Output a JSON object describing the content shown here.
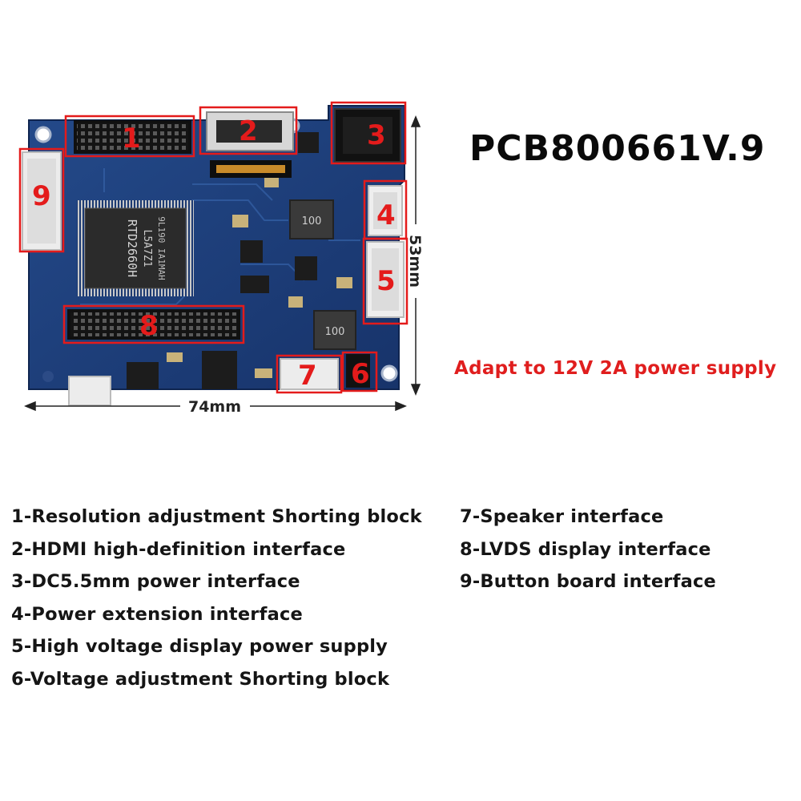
{
  "title": "PCB800661V.9",
  "power_note": "Adapt to 12V 2A power supply",
  "dimensions": {
    "width_label": "74mm",
    "height_label": "53mm"
  },
  "chip_markings": {
    "main_chip": "RTD2660H",
    "main_chip_sub": "L5A7Z1",
    "main_chip_code": "9L190 IA1MAH",
    "inductor_1": "100",
    "inductor_2": "100"
  },
  "callouts": [
    "1",
    "2",
    "3",
    "4",
    "5",
    "6",
    "7",
    "8",
    "9"
  ],
  "legend_left": [
    "1-Resolution adjustment Shorting block",
    "2-HDMI high-definition interface",
    "3-DC5.5mm power interface",
    "4-Power extension interface",
    "5-High voltage display power supply",
    "6-Voltage adjustment Shorting block"
  ],
  "legend_right": [
    "7-Speaker interface",
    "8-LVDS display interface",
    "9-Button board interface"
  ],
  "colors": {
    "pcb": "#1d3f7a",
    "callout": "#e41b1b",
    "note": "#e01e1e"
  }
}
